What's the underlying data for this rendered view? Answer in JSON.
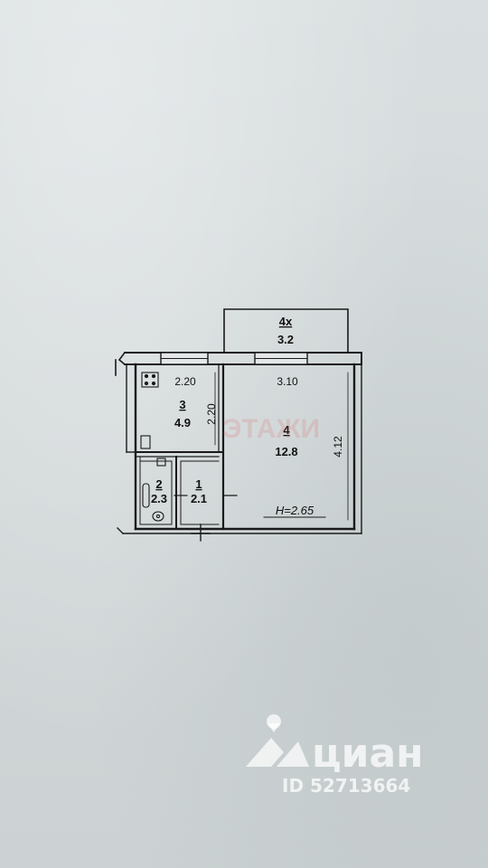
{
  "plan": {
    "rooms": [
      {
        "number": "4х",
        "area": "3.2"
      },
      {
        "number": "3",
        "area": "4.9"
      },
      {
        "number": "4",
        "area": "12.8"
      },
      {
        "number": "2",
        "area": "2.3"
      },
      {
        "number": "1",
        "area": "2.1"
      }
    ],
    "dimensions": {
      "kitchen_width": "2.20",
      "kitchen_depth": "2.20",
      "room_width": "3.10",
      "room_depth": "4.12"
    },
    "ceiling_height": "H=2.65"
  },
  "watermarks": {
    "faint_brand": "ЭТАЖИ",
    "brand": "циан",
    "listing_id": "ID 52713664"
  }
}
